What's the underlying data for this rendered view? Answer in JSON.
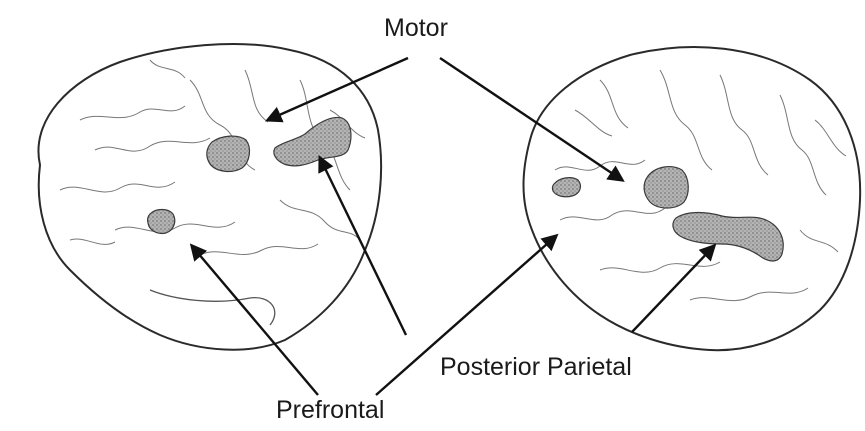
{
  "labels": {
    "motor": "Motor",
    "posterior_parietal": "Posterior Parietal",
    "prefrontal": "Prefrontal"
  },
  "colors": {
    "outline": "#2a2a2a",
    "sulci": "#6e6e6e",
    "region_fill": "#a8a8a8",
    "region_stroke": "#3a3a3a",
    "arrow": "#111111"
  }
}
